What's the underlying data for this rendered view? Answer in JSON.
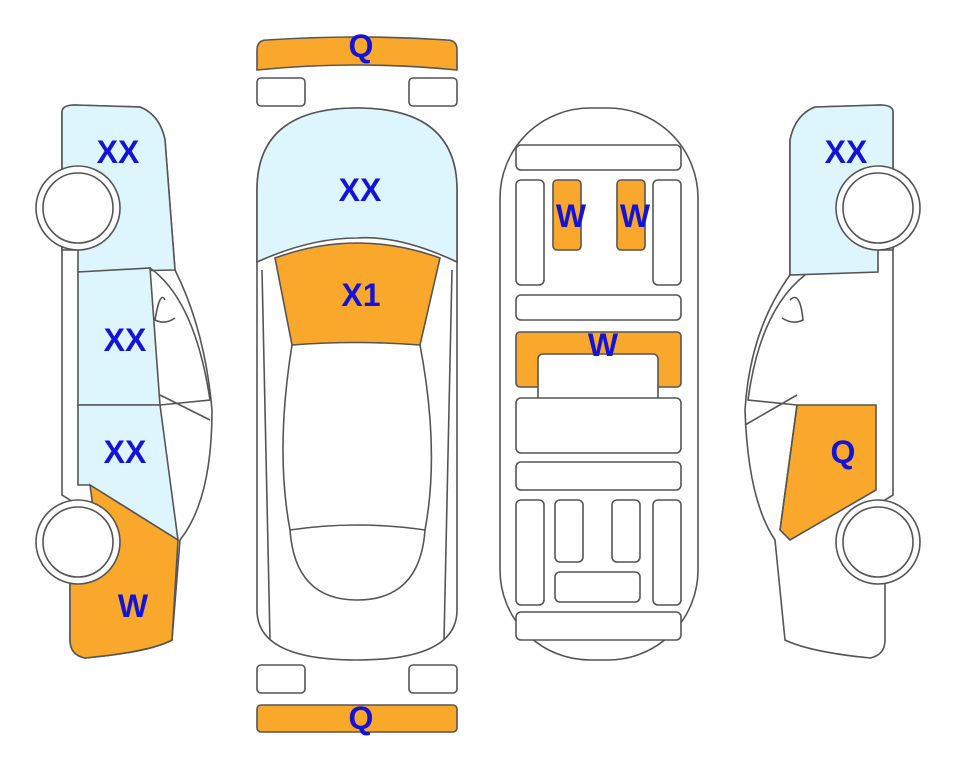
{
  "colors": {
    "damage_orange": "#F9A82B",
    "damage_blue": "#DDF5FC",
    "label": "#1414D8"
  },
  "left_side": {
    "roof": "XX",
    "front_door": "XX",
    "rear_door": "XX",
    "rear_quarter": "W"
  },
  "top_view": {
    "front_bumper": "Q",
    "hood": "XX",
    "windshield": "X1",
    "rear_bumper": "Q"
  },
  "interior": {
    "seat_left": "W",
    "seat_right": "W",
    "middle": "W"
  },
  "right_side": {
    "roof": "XX",
    "rear_door": "Q"
  }
}
